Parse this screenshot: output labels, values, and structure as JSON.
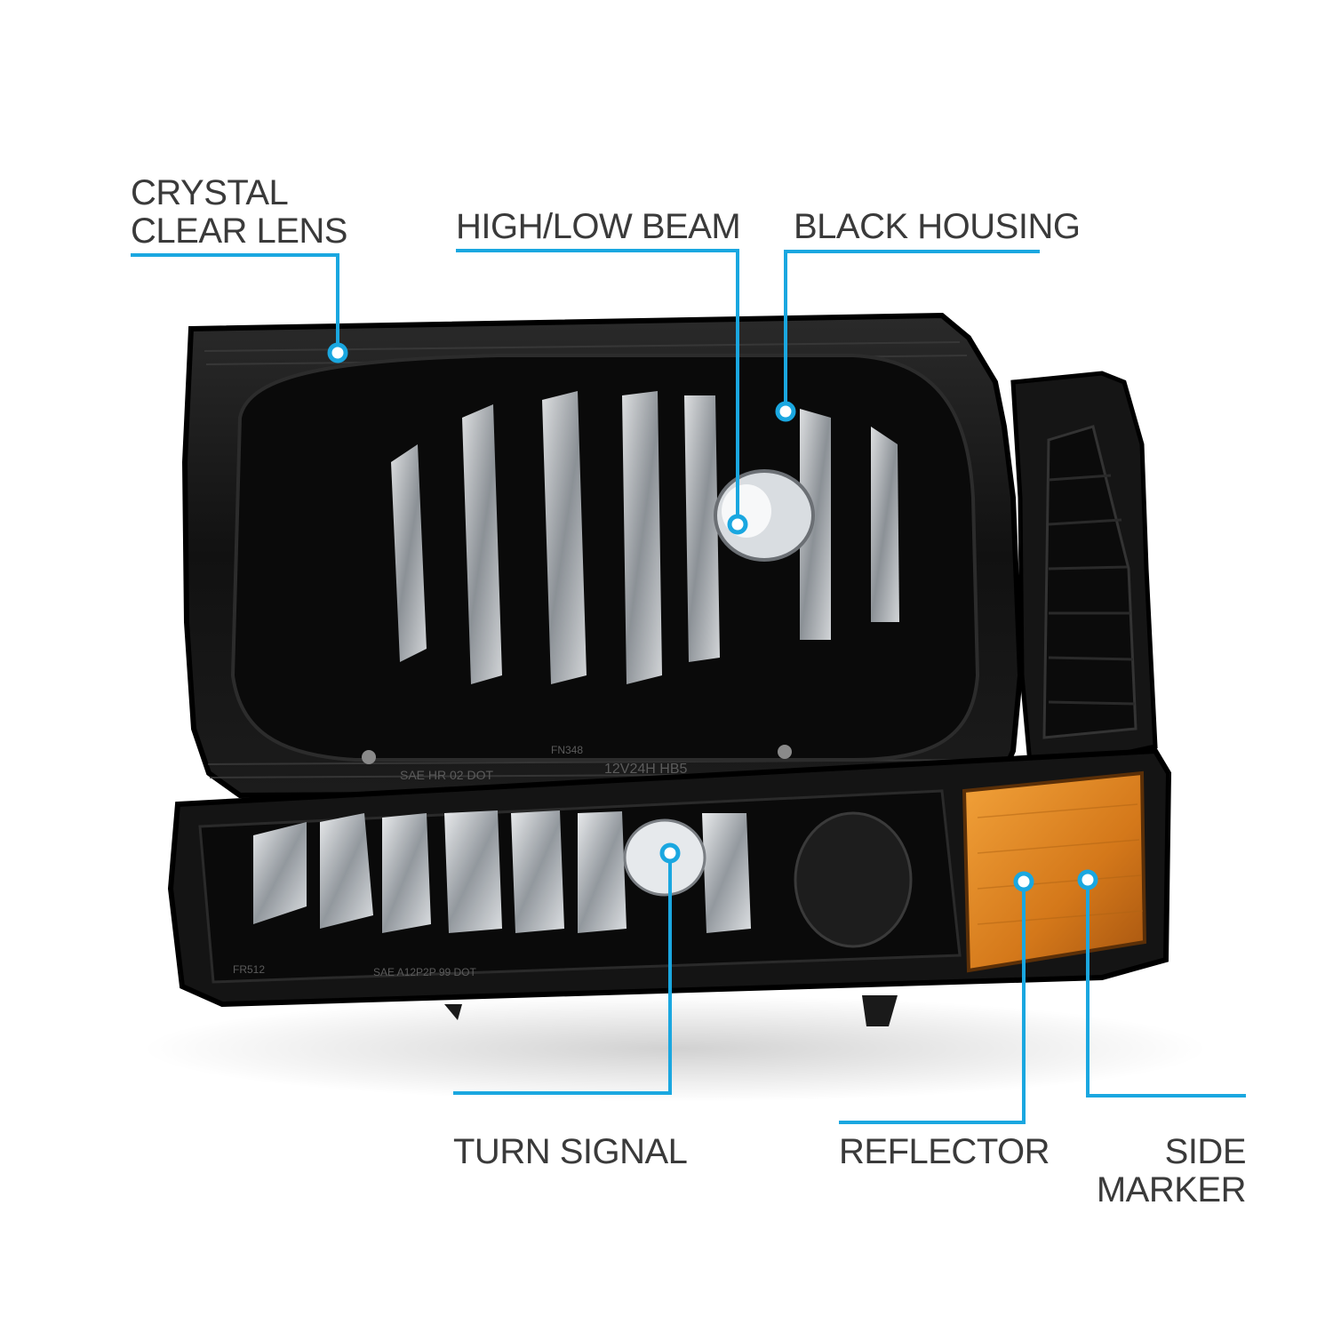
{
  "colors": {
    "callout": "#1aa7e0",
    "text": "#3a3a3a",
    "housing": "#121212",
    "amber": "#d9821a",
    "chrome": "#cfd3d8"
  },
  "callouts": {
    "crystal_clear_lens": {
      "line1": "CRYSTAL",
      "line2": "CLEAR LENS"
    },
    "high_low_beam": {
      "text": "HIGH/LOW BEAM"
    },
    "black_housing": {
      "text": "BLACK HOUSING"
    },
    "turn_signal": {
      "text": "TURN SIGNAL"
    },
    "reflector": {
      "text": "REFLECTOR"
    },
    "side_marker": {
      "line1": "SIDE",
      "line2": "MARKER"
    }
  },
  "lens_markings": {
    "headlamp_code": "12V24H HB5",
    "headlamp_sae": "SAE HR 02 DOT",
    "headlamp_part": "FN348",
    "signal_code": "FR512",
    "signal_sae": "SAE A12P2P 99 DOT"
  }
}
